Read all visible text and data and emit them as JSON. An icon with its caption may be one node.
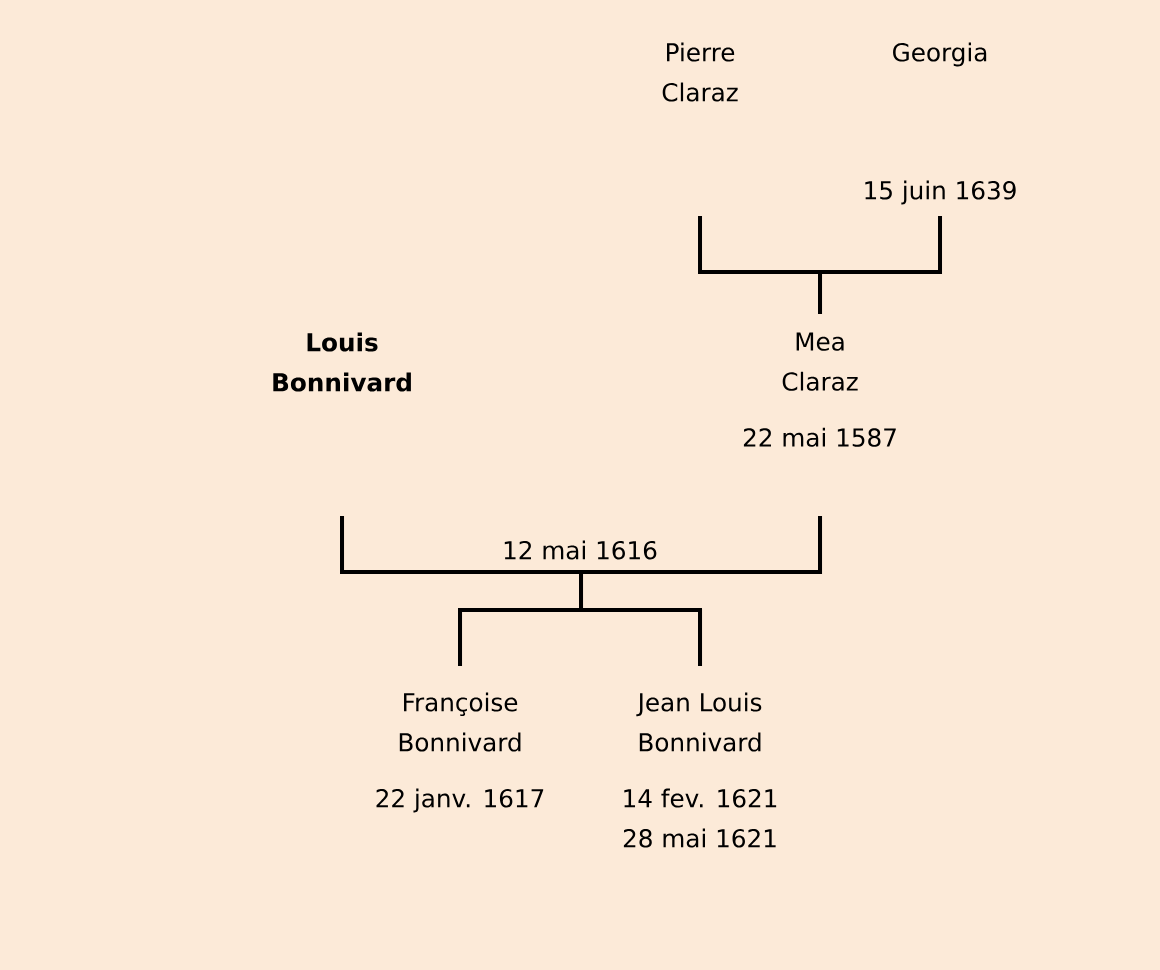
{
  "diagram": {
    "nodes": [
      {
        "text": [
          "Pierre Claraz"
        ]
      },
      {
        "text": [
          "Georgia",
          "15 juin 1639"
        ]
      },
      {
        "text": [
          "Louis Bonnivard"
        ]
      },
      {
        "text": [
          "Mea Claraz",
          "22 mai 1587"
        ]
      },
      {
        "text": [
          "Françoise Bonnivard",
          "22 janv. 1617"
        ]
      },
      {
        "text": [
          "Jean Louis Bonnivard",
          "14 fev. 1621",
          "28 mai 1621"
        ]
      }
    ],
    "edges": [
      {
        "from": 0,
        "to": 3,
        "arrow": "none"
      },
      {
        "from": 1,
        "to": 3,
        "arrow": "none"
      },
      {
        "from": 2,
        "to": 4,
        "arrow": "none"
      },
      {
        "from": 2,
        "to": 5,
        "arrow": "none"
      },
      {
        "from": 3,
        "to": 4,
        "arrow": "none"
      },
      {
        "from": 3,
        "to": 5,
        "arrow": "none"
      }
    ],
    "labels": [
      "12 mai 1616"
    ]
  }
}
